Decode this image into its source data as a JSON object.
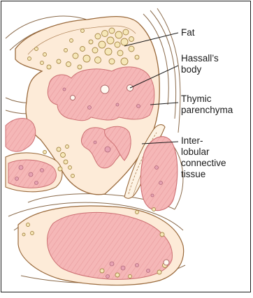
{
  "labels": {
    "fat": [
      "Fat"
    ],
    "hassall": [
      "Hassall’s",
      "body"
    ],
    "thymic": [
      "Thymic",
      "parenchyma"
    ],
    "interlobular": [
      "Inter-",
      "lobular",
      "connective",
      "tissue"
    ]
  },
  "colors": {
    "background": "#ffffff",
    "capsule_fill": "#fdebd8",
    "capsule_outline": "#9a6a3c",
    "parenchyma_fill": "#f5b7b7",
    "parenchyma_stroke": "#cc6f72",
    "fat_cell_fill": "#f6e7b8",
    "fat_cell_stroke": "#a8894a",
    "hassall_fill": "#fffaf2",
    "vessel_fill": "#e7a2b3",
    "leader_line": "#1a1a1a"
  }
}
